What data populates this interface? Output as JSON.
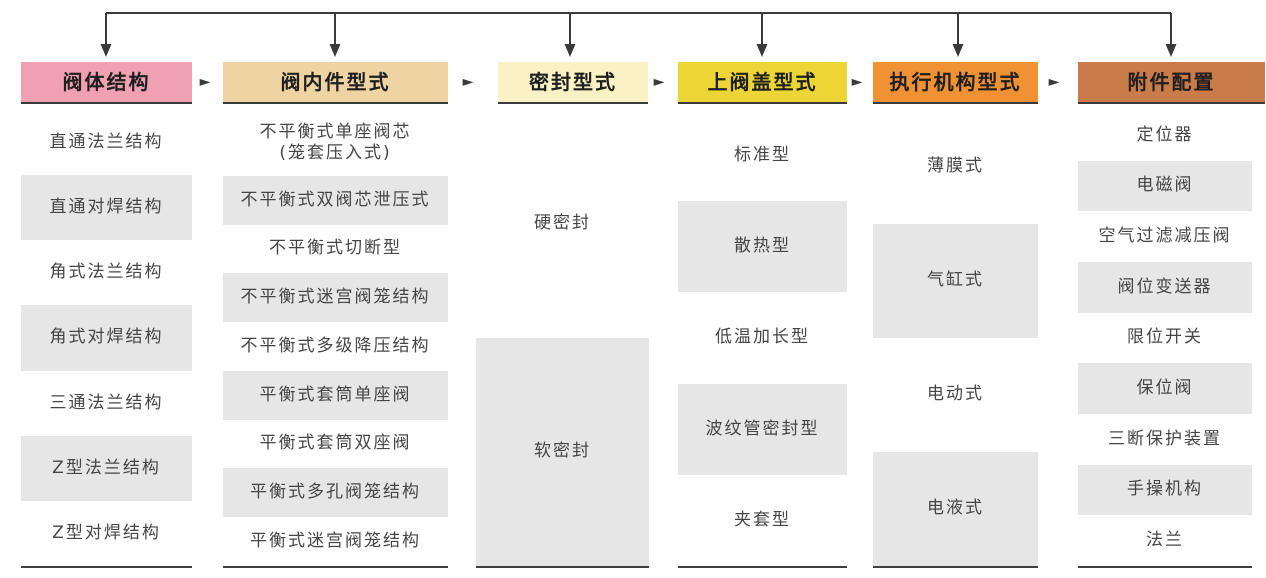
{
  "diagram": {
    "columns": [
      {
        "id": "valve-body-structure",
        "title": "阀体结构",
        "color": "#efa0b1",
        "items": [
          "直通法兰结构",
          "直通对焊结构",
          "角式法兰结构",
          "角式对焊结构",
          "三通法兰结构",
          "Z型法兰结构",
          "Z型对焊结构"
        ]
      },
      {
        "id": "trim-type",
        "title": "阀内件型式",
        "color": "#eed3a3",
        "items": [
          "不平衡式单座阀芯\n(笼套压入式)",
          "不平衡式双阀芯泄压式",
          "不平衡式切断型",
          "不平衡式迷宫阀笼结构",
          "不平衡式多级降压结构",
          "平衡式套筒单座阀",
          "平衡式套筒双座阀",
          "平衡式多孔阀笼结构",
          "平衡式迷宫阀笼结构"
        ]
      },
      {
        "id": "seal-type",
        "title": "密封型式",
        "color": "#faf2c5",
        "items": [
          "硬密封",
          "软密封"
        ]
      },
      {
        "id": "bonnet-type",
        "title": "上阀盖型式",
        "color": "#ecd636",
        "items": [
          "标准型",
          "散热型",
          "低温加长型",
          "波纹管密封型",
          "夹套型"
        ]
      },
      {
        "id": "actuator-type",
        "title": "执行机构型式",
        "color": "#f09133",
        "items": [
          "薄膜式",
          "气缸式",
          "电动式",
          "电液式"
        ]
      },
      {
        "id": "accessory-configuration",
        "title": "附件配置",
        "color": "#c97b49",
        "items": [
          "定位器",
          "电磁阀",
          "空气过滤减压阀",
          "阀位变送器",
          "限位开关",
          "保位阀",
          "三断保护装置",
          "手操机构",
          "法兰"
        ]
      }
    ],
    "icons": {
      "flow_arrow": "►"
    },
    "palette": {
      "row_alt_bg": "#e6e6e6",
      "connector_line": "#3a3a3a",
      "item_text": "#454545",
      "header_text": "#1f1f1f"
    }
  }
}
